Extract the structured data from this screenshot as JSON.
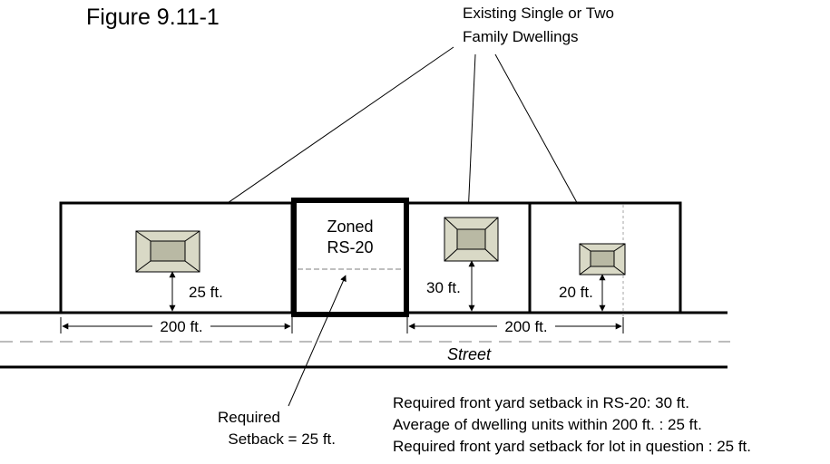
{
  "figure_title": "Figure 9.11-1",
  "callout": {
    "line1": "Existing Single or Two",
    "line2": "Family Dwellings"
  },
  "lot_zoned": {
    "line1": "Zoned",
    "line2": "RS-20"
  },
  "setbacks": {
    "lot1": "25 ft.",
    "lot3": "30 ft.",
    "lot4": "20 ft."
  },
  "distances": {
    "left": "200 ft.",
    "right": "200 ft."
  },
  "street_label": "Street",
  "required": {
    "line1": "Required",
    "line2": "Setback = 25 ft."
  },
  "notes": [
    "Required front yard setback in RS-20: 30 ft.",
    "Average of dwelling units within 200 ft. : 25 ft.",
    "Required front yard setback for lot in question : 25 ft."
  ],
  "colors": {
    "house_fill": "#d9d9c6",
    "house_inner": "#b9b9a4",
    "dash_gray": "#a6a6a6"
  }
}
